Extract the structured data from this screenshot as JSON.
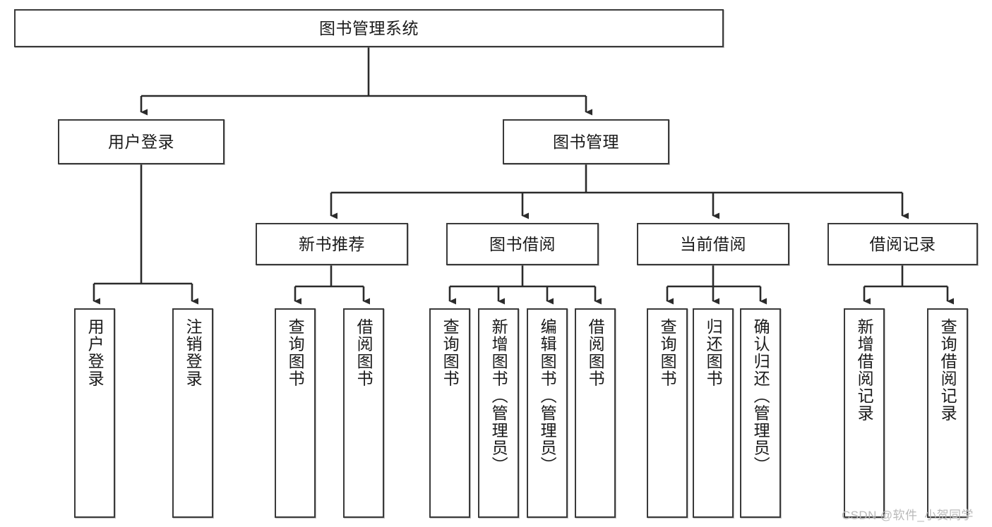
{
  "diagram": {
    "title": "图书管理系统",
    "type": "tree-hierarchy",
    "watermark": "CSDN @软件_小贺同学",
    "colors": {
      "box_border": "#3a3a3a",
      "box_fill": "#ffffff",
      "connector": "#2b2b2b",
      "text": "#1a1a1a",
      "watermark": "#b9b9b9"
    },
    "levels": {
      "level1": [
        {
          "id": "root",
          "label": "图书管理系统"
        }
      ],
      "level2": [
        {
          "id": "user-login",
          "label": "用户登录"
        },
        {
          "id": "book-management",
          "label": "图书管理"
        }
      ],
      "level3": [
        {
          "id": "new-book-recommend",
          "label": "新书推荐"
        },
        {
          "id": "book-borrow",
          "label": "图书借阅"
        },
        {
          "id": "current-borrow",
          "label": "当前借阅"
        },
        {
          "id": "borrow-record",
          "label": "借阅记录"
        }
      ],
      "level4": [
        {
          "id": "leaf-user-login",
          "label": "用户登录",
          "parent": "user-login"
        },
        {
          "id": "leaf-logout-login",
          "label": "注销登录",
          "parent": "user-login"
        },
        {
          "id": "leaf-query-book-1",
          "label": "查询图书",
          "parent": "new-book-recommend"
        },
        {
          "id": "leaf-borrow-book-1",
          "label": "借阅图书",
          "parent": "new-book-recommend"
        },
        {
          "id": "leaf-query-book-2",
          "label": "查询图书",
          "parent": "book-borrow"
        },
        {
          "id": "leaf-add-book",
          "label": "新增图书（管理员）",
          "parent": "book-borrow"
        },
        {
          "id": "leaf-edit-book",
          "label": "编辑图书（管理员）",
          "parent": "book-borrow"
        },
        {
          "id": "leaf-borrow-book-2",
          "label": "借阅图书",
          "parent": "book-borrow"
        },
        {
          "id": "leaf-query-book-3",
          "label": "查询图书",
          "parent": "current-borrow"
        },
        {
          "id": "leaf-return-book",
          "label": "归还图书",
          "parent": "current-borrow"
        },
        {
          "id": "leaf-confirm-return",
          "label": "确认归还（管理员）",
          "parent": "current-borrow"
        },
        {
          "id": "leaf-add-record",
          "label": "新增借阅记录",
          "parent": "borrow-record"
        },
        {
          "id": "leaf-query-record",
          "label": "查询借阅记录",
          "parent": "borrow-record"
        }
      ]
    }
  }
}
